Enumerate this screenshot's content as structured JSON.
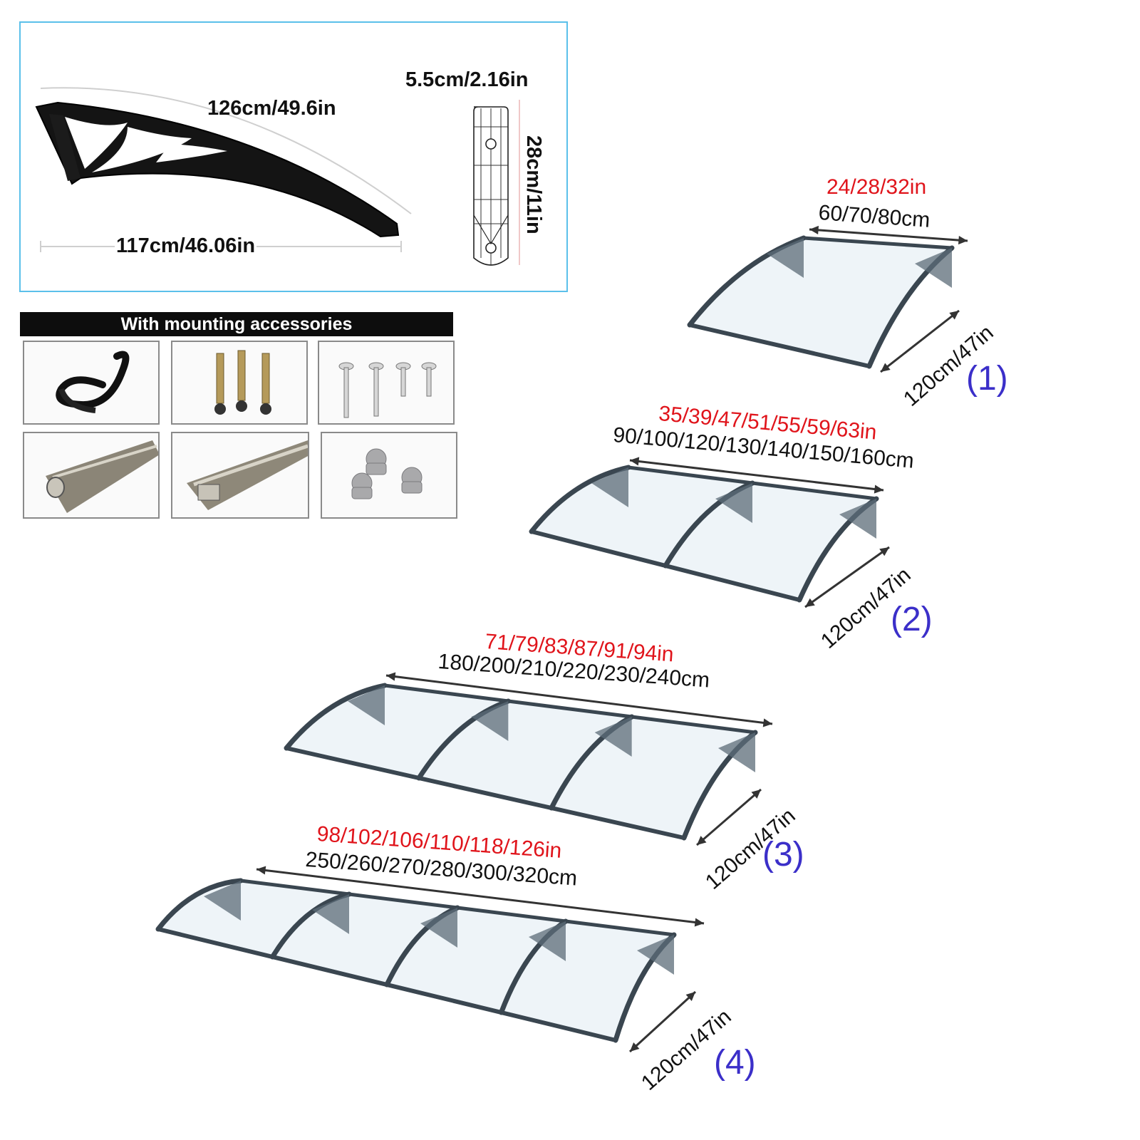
{
  "bracket": {
    "arc_length": "126cm/49.6in",
    "span": "117cm/46.06in",
    "plate_width": "5.5cm/2.16in",
    "plate_height": "28cm/11in"
  },
  "accessories": {
    "title": "With mounting accessories",
    "items": [
      {
        "icon": "rubber-seal-strip"
      },
      {
        "icon": "expansion-bolts"
      },
      {
        "icon": "screws"
      },
      {
        "icon": "aluminium-profile-rear"
      },
      {
        "icon": "aluminium-profile-joint"
      },
      {
        "icon": "end-caps"
      }
    ]
  },
  "models": [
    {
      "label": "(1)",
      "width_in": "24/28/32in",
      "width_cm": "60/70/80cm",
      "depth": "120cm/47in",
      "panels": 1
    },
    {
      "label": "(2)",
      "width_in": "35/39/47/51/55/59/63in",
      "width_cm": "90/100/120/130/140/150/160cm",
      "depth": "120cm/47in",
      "panels": 2
    },
    {
      "label": "(3)",
      "width_in": "71/79/83/87/91/94in",
      "width_cm": "180/200/210/220/230/240cm",
      "depth": "120cm/47in",
      "panels": 3
    },
    {
      "label": "(4)",
      "width_in": "98/102/106/110/118/126in",
      "width_cm": "250/260/270/280/300/320cm",
      "depth": "120cm/47in",
      "panels": 4
    }
  ],
  "colors": {
    "frame": "#3a4650",
    "panel": "#eef4f8",
    "accent_red": "#e0141b",
    "accent_blue": "#3b2fc9",
    "box_border": "#5bc0ea"
  }
}
